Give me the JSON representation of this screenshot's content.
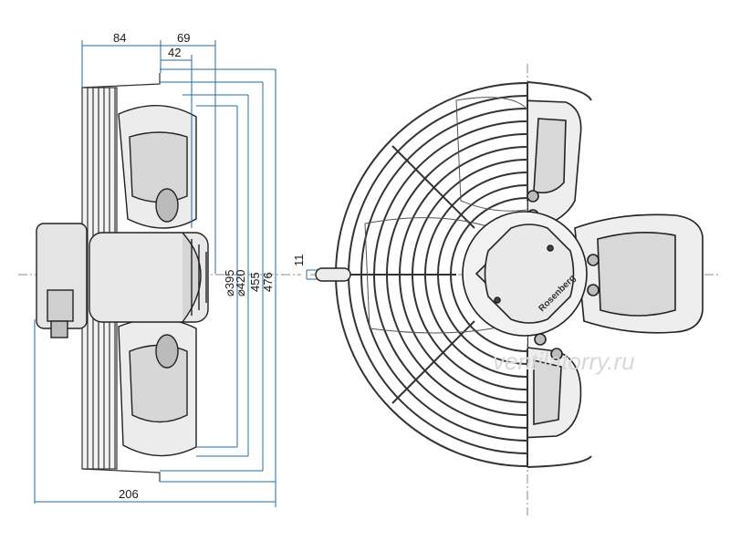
{
  "watermark": "ventilatorry.ru",
  "side_view": {
    "dimensions": {
      "width_84": "84",
      "width_69": "69",
      "width_42": "42",
      "overall_206": "206",
      "dia_395": "⌀395",
      "dia_420": "⌀420",
      "dim_455": "455",
      "dim_476": "476"
    }
  },
  "front_view": {
    "dimensions": {
      "slot_11": "11"
    },
    "nameplate": "Rosenberg"
  },
  "colors": {
    "dimension_line": "#1f6fa8",
    "outline": "#222222",
    "fill": "#efefef",
    "dark_fill": "#cfcfcf"
  }
}
